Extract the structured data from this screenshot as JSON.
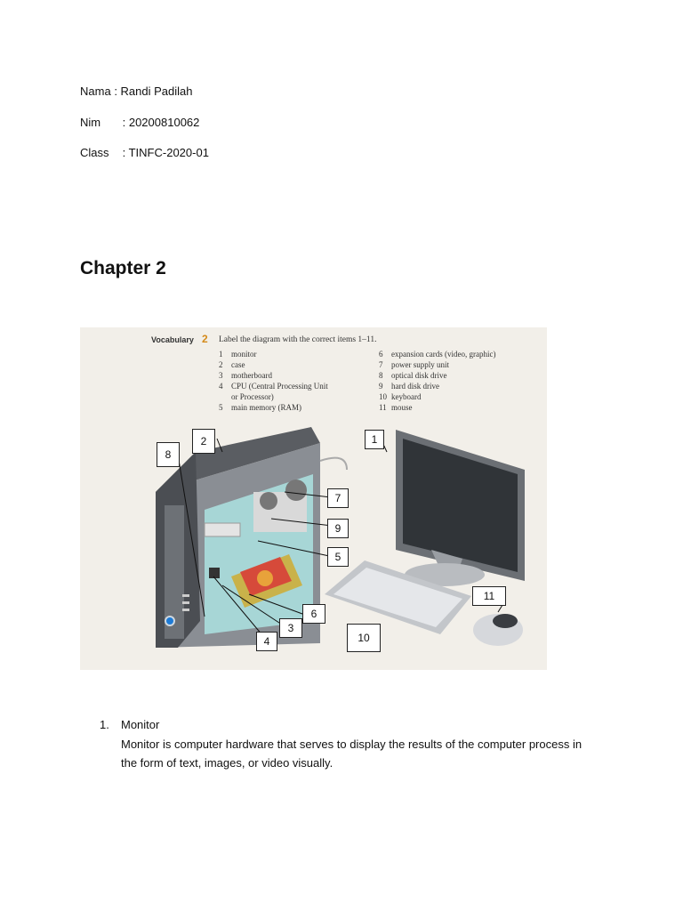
{
  "header": {
    "name_label": "Nama",
    "name_value": ": Randi Padilah",
    "nim_label": "Nim",
    "nim_value": ": 20200810062",
    "class_label": "Class",
    "class_value": ": TINFC-2020-01"
  },
  "chapter_title": "Chapter 2",
  "figure": {
    "section": "Vocabulary",
    "exercise_number": "2",
    "instruction": "Label the diagram with the correct items 1–11.",
    "items_left": [
      {
        "n": "1",
        "text": "monitor"
      },
      {
        "n": "2",
        "text": "case"
      },
      {
        "n": "3",
        "text": "motherboard"
      },
      {
        "n": "4",
        "text": "CPU (Central Processing Unit"
      },
      {
        "n": "",
        "text": "or Processor)"
      },
      {
        "n": "5",
        "text": "main memory (RAM)"
      }
    ],
    "items_right": [
      {
        "n": "6",
        "text": "expansion cards (video, graphic)"
      },
      {
        "n": "7",
        "text": "power supply unit"
      },
      {
        "n": "8",
        "text": "optical disk drive"
      },
      {
        "n": "9",
        "text": "hard disk drive"
      },
      {
        "n": "10",
        "text": "keyboard"
      },
      {
        "n": "11",
        "text": "mouse"
      }
    ],
    "callouts": [
      "1",
      "2",
      "3",
      "4",
      "5",
      "6",
      "7",
      "8",
      "9",
      "10",
      "11"
    ]
  },
  "list": [
    {
      "number": "1.",
      "title": "Monitor",
      "description": "Monitor is computer hardware that serves to display the results of the computer process in the form of text, images, or video visually."
    }
  ]
}
